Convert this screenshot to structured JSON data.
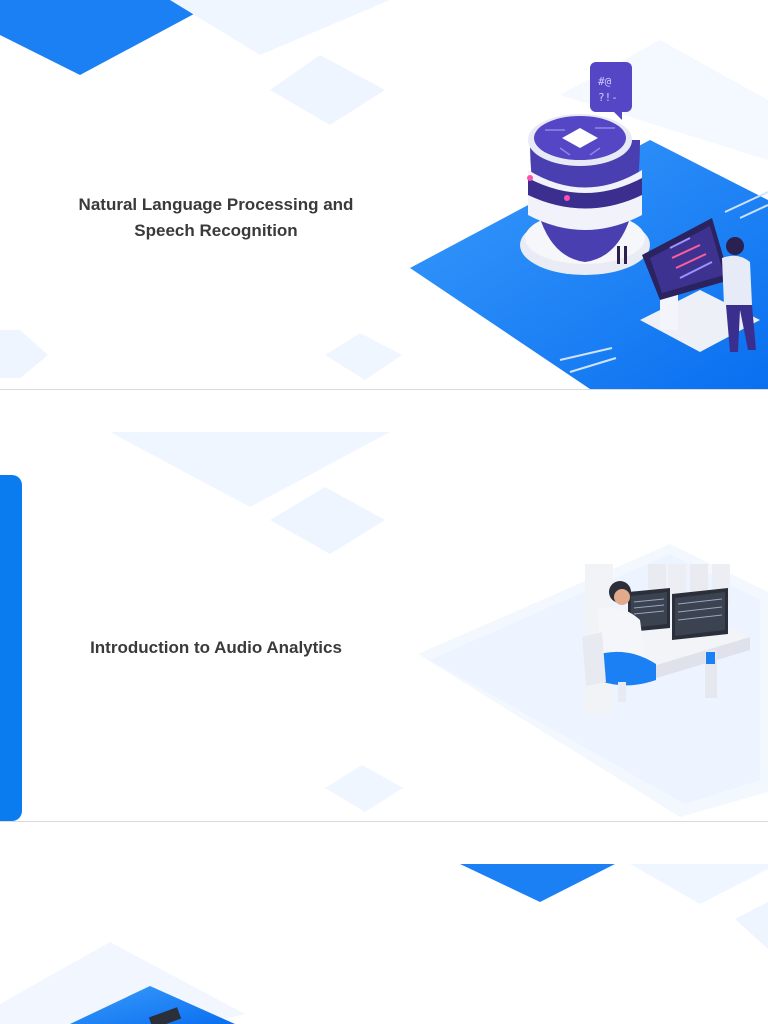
{
  "slides": [
    {
      "title_line1": "Natural Language Processing and",
      "title_line2": "Speech Recognition",
      "illustration": "robot-with-chip-and-developer-at-screen"
    },
    {
      "title": "Introduction to Audio Analytics",
      "illustration": "person-at-desk-with-two-monitors"
    },
    {
      "illustration": "blue-isometric-platform"
    }
  ],
  "colors": {
    "accent_blue": "#0b7cf0",
    "light_blue": "#eaf3ff",
    "purple": "#4a3fb0",
    "title_text": "#3a3a3a",
    "divider": "#d9dbe0"
  }
}
